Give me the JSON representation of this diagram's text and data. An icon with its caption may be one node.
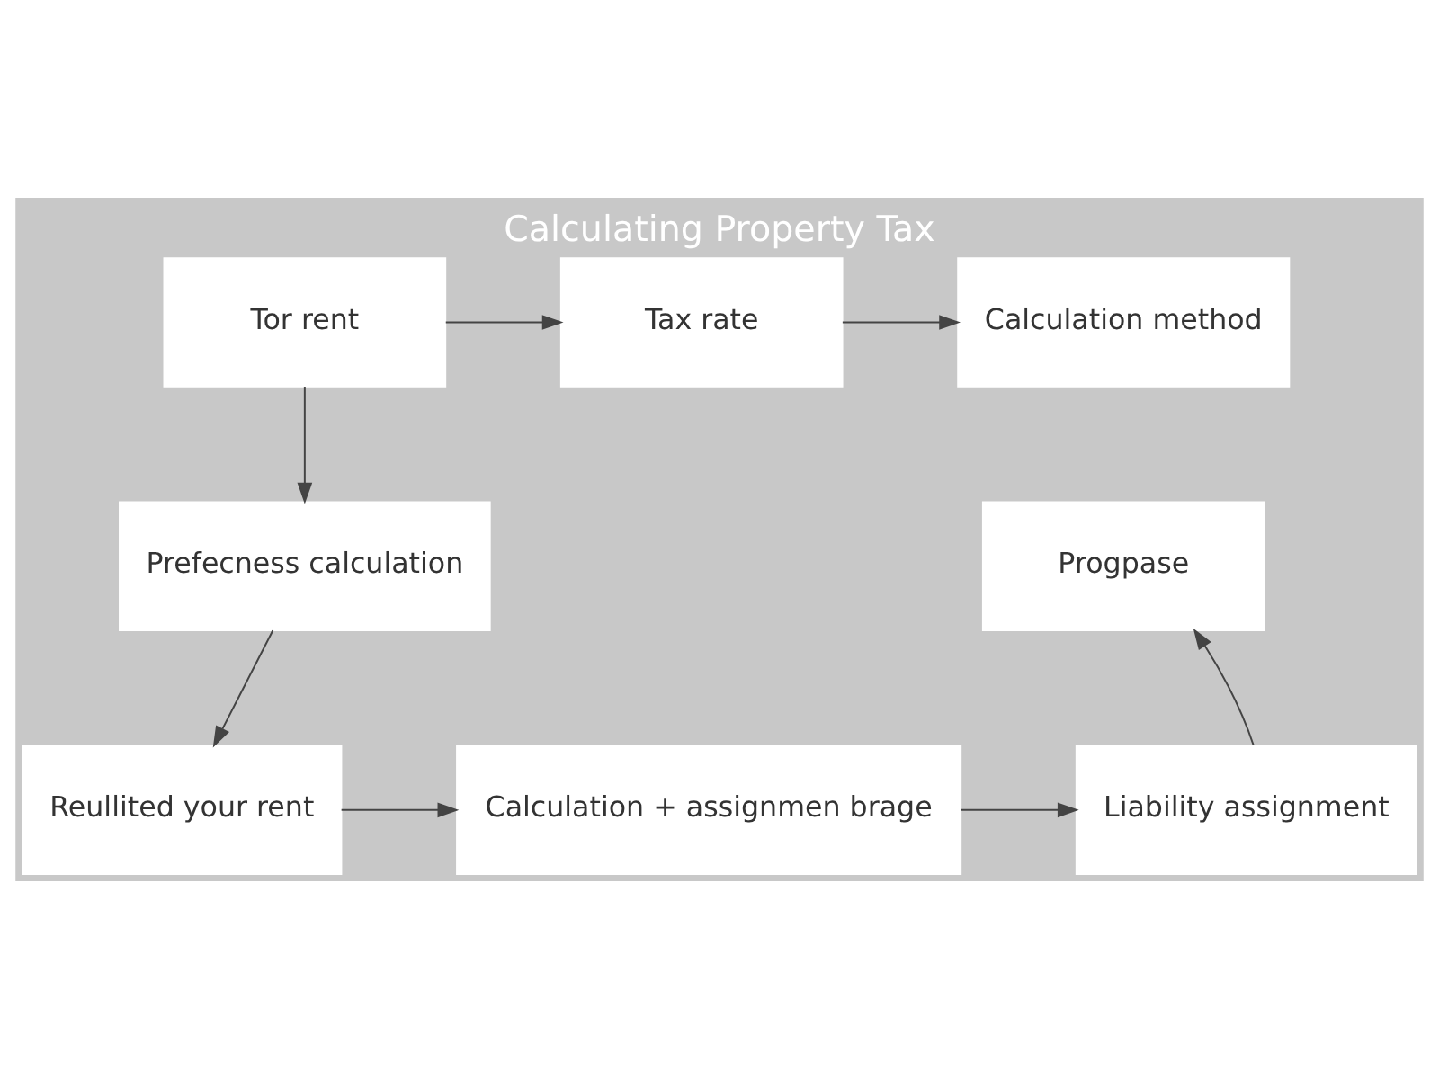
{
  "diagram": {
    "title": "Calculating Property Tax",
    "nodes": [
      {
        "text": [
          "Tor rent"
        ]
      },
      {
        "text": [
          "Tax rate"
        ]
      },
      {
        "text": [
          "Calculation method"
        ]
      },
      {
        "text": [
          "Prefecness calculation"
        ]
      },
      {
        "text": [
          "Reullited your rent"
        ]
      },
      {
        "text": [
          "Calculation + assignmen brage"
        ]
      },
      {
        "text": [
          "Liability assignment"
        ]
      },
      {
        "text": [
          "Progpase"
        ]
      }
    ],
    "edges": [
      {
        "from": 0,
        "to": 1,
        "arrow": "to"
      },
      {
        "from": 1,
        "to": 2,
        "arrow": "to"
      },
      {
        "from": 0,
        "to": 3,
        "arrow": "to"
      },
      {
        "from": 3,
        "to": 4,
        "arrow": "to"
      },
      {
        "from": 4,
        "to": 5,
        "arrow": "to"
      },
      {
        "from": 5,
        "to": 6,
        "arrow": "to"
      },
      {
        "from": 6,
        "to": 7,
        "arrow": "to"
      }
    ]
  }
}
